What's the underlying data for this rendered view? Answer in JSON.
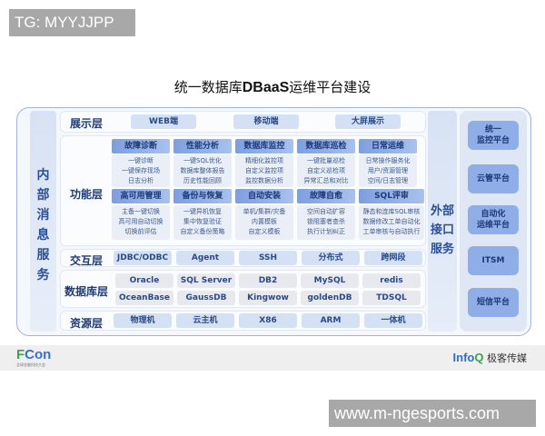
{
  "watermarks": {
    "top": "TG: MYYJJPP",
    "bottom": "www.m-ngesports.com"
  },
  "title": {
    "prefix": "统一数据库",
    "bold": "DBaaS",
    "suffix": "运维平台建设"
  },
  "left_column": {
    "label": "内\n部\n消\n息\n服\n务",
    "chars": [
      "内",
      "部",
      "消",
      "息",
      "服",
      "务"
    ]
  },
  "middle_column": {
    "chars": [
      "外部",
      "接口",
      "服务"
    ]
  },
  "layers": {
    "presentation": {
      "label": "展示层",
      "items": [
        "WEB端",
        "移动端",
        "大屏展示"
      ]
    },
    "function": {
      "label": "功能层",
      "modules": [
        {
          "title": "故障诊断",
          "items": [
            "一键诊断",
            "一键保存现场",
            "日志分析"
          ]
        },
        {
          "title": "性能分析",
          "items": [
            "一键SQL优化",
            "数据库整体报告",
            "历史性能回顾"
          ]
        },
        {
          "title": "数据库监控",
          "items": [
            "精细化监控项",
            "自定义监控项",
            "监控数据分析"
          ]
        },
        {
          "title": "数据库巡检",
          "items": [
            "一键批量巡检",
            "自定义巡检项",
            "异常汇总和对比"
          ]
        },
        {
          "title": "日常运维",
          "items": [
            "日常操作服务化",
            "用户/资源管理",
            "空间/日志管理"
          ]
        },
        {
          "title": "高可用管理",
          "items": [
            "主备一键切换",
            "高可用自动切换",
            "切换前评估"
          ]
        },
        {
          "title": "备份与恢复",
          "items": [
            "一键异机恢复",
            "集中恢复验证",
            "自定义备份策略"
          ]
        },
        {
          "title": "自动安装",
          "items": [
            "单机/集群/灾备",
            "内置模板",
            "自定义模板"
          ]
        },
        {
          "title": "故障自愈",
          "items": [
            "空间自动扩容",
            "锁阻塞者查杀",
            "执行计划纠正"
          ]
        },
        {
          "title": "SQL评审",
          "items": [
            "静态和连库SQL审核",
            "数据修改工单自动化",
            "工单审核与自动执行"
          ]
        }
      ]
    },
    "interaction": {
      "label": "交互层",
      "items": [
        "JDBC/ODBC",
        "Agent",
        "SSH",
        "分布式",
        "跨网段"
      ]
    },
    "database": {
      "label": "数据库层",
      "row1": [
        "Oracle",
        "SQL Server",
        "DB2",
        "MySQL",
        "redis"
      ],
      "row2": [
        "OceanBase",
        "GaussDB",
        "Kingwow",
        "goldenDB",
        "TDSQL"
      ]
    },
    "resource": {
      "label": "资源层",
      "items": [
        "物理机",
        "云主机",
        "X86",
        "ARM",
        "一体机"
      ]
    }
  },
  "external_platforms": [
    "统一\n监控平台",
    "云管平台",
    "自动化\n运维平台",
    "ITSM",
    "短信平台"
  ],
  "footer": {
    "left_logo_f": "F",
    "left_logo_rest": "Con",
    "left_sub": "全球金融科技大会",
    "right_logo_info": "Info",
    "right_logo_q": "Q",
    "right_text": "极客传媒"
  },
  "colors": {
    "frame_border": "#9fb4d8",
    "module_header": "#7d9edf",
    "pill_blue": "#d4e0f3",
    "pill_grey": "#e7e9ee",
    "external_box": "#8fade6",
    "label_text": "#1f3b73"
  }
}
